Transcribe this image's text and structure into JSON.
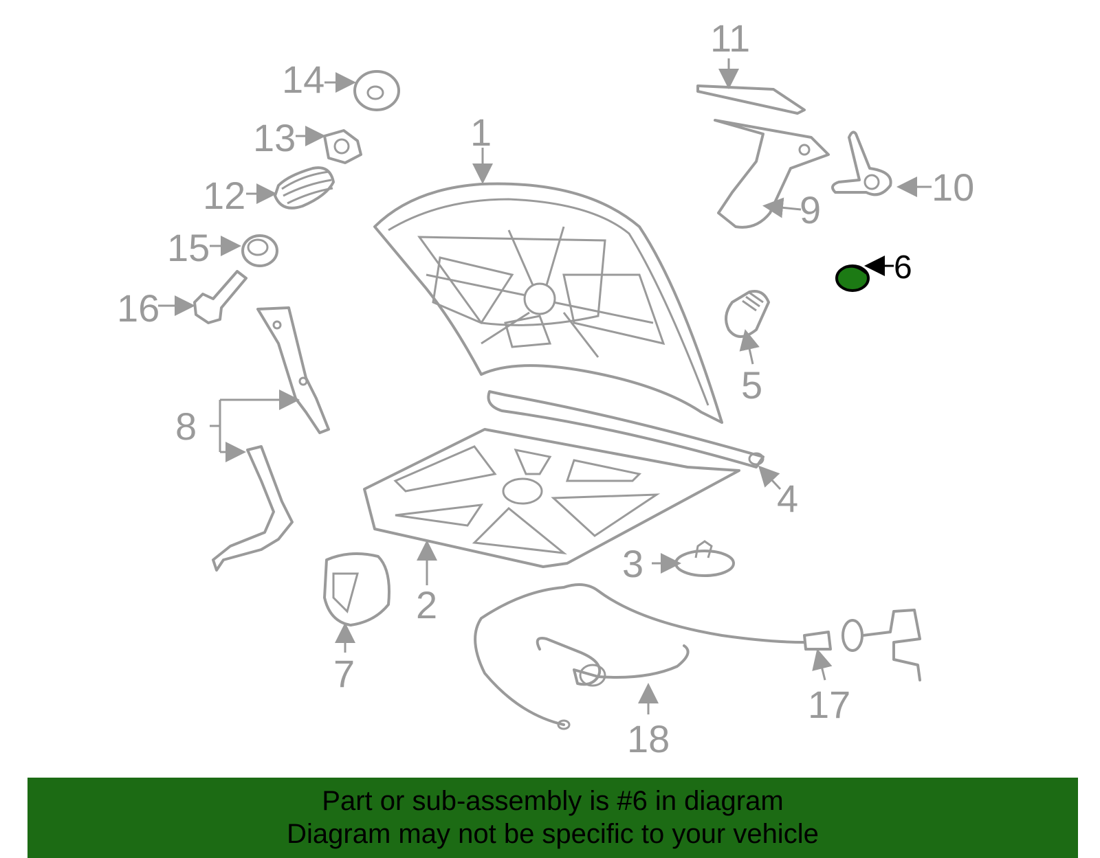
{
  "callouts": [
    "1",
    "2",
    "3",
    "4",
    "5",
    "6",
    "7",
    "8",
    "9",
    "10",
    "11",
    "12",
    "13",
    "14",
    "15",
    "16",
    "17",
    "18"
  ],
  "highlighted_callout": "6",
  "colors": {
    "line": "#9a9a9a",
    "highlight_fill": "#1c7a14",
    "banner": "#1c6b14",
    "text": "#000000"
  },
  "banner": {
    "line1": "Part or sub-assembly is #6 in diagram",
    "line2": "Diagram may not be specific to your vehicle"
  }
}
